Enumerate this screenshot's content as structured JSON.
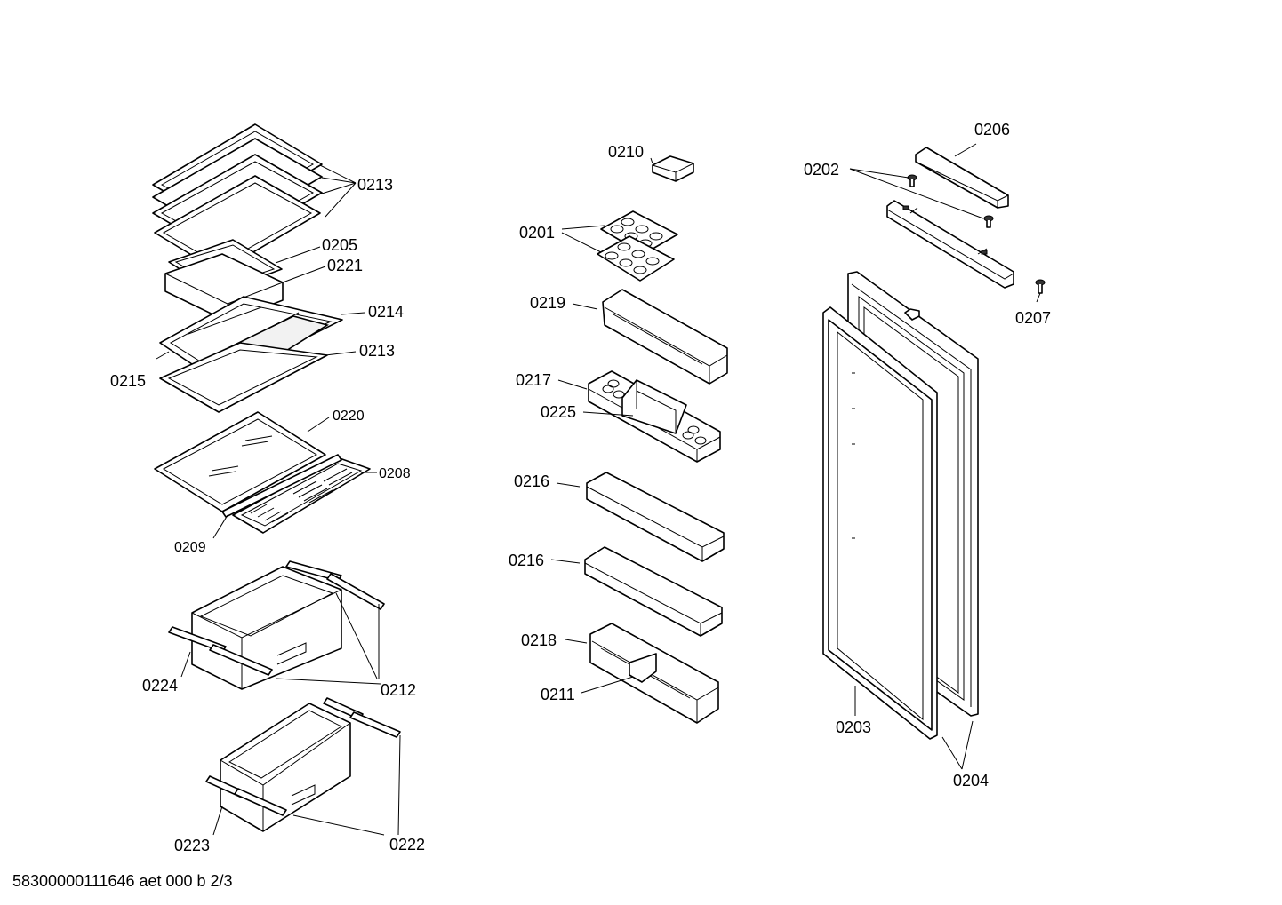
{
  "footer_text": "58300000111646 aet 000 b 2/3",
  "labels": {
    "l0213a": "0213",
    "l0205": "0205",
    "l0221": "0221",
    "l0214": "0214",
    "l0213b": "0213",
    "l0215": "0215",
    "l0220": "0220",
    "l0208": "0208",
    "l0209": "0209",
    "l0224": "0224",
    "l0212": "0212",
    "l0223": "0223",
    "l0222": "0222",
    "l0210": "0210",
    "l0201": "0201",
    "l0219": "0219",
    "l0217": "0217",
    "l0225": "0225",
    "l0216a": "0216",
    "l0216b": "0216",
    "l0218": "0218",
    "l0211": "0211",
    "l0206": "0206",
    "l0202": "0202",
    "l0207": "0207",
    "l0203": "0203",
    "l0204": "0204"
  }
}
